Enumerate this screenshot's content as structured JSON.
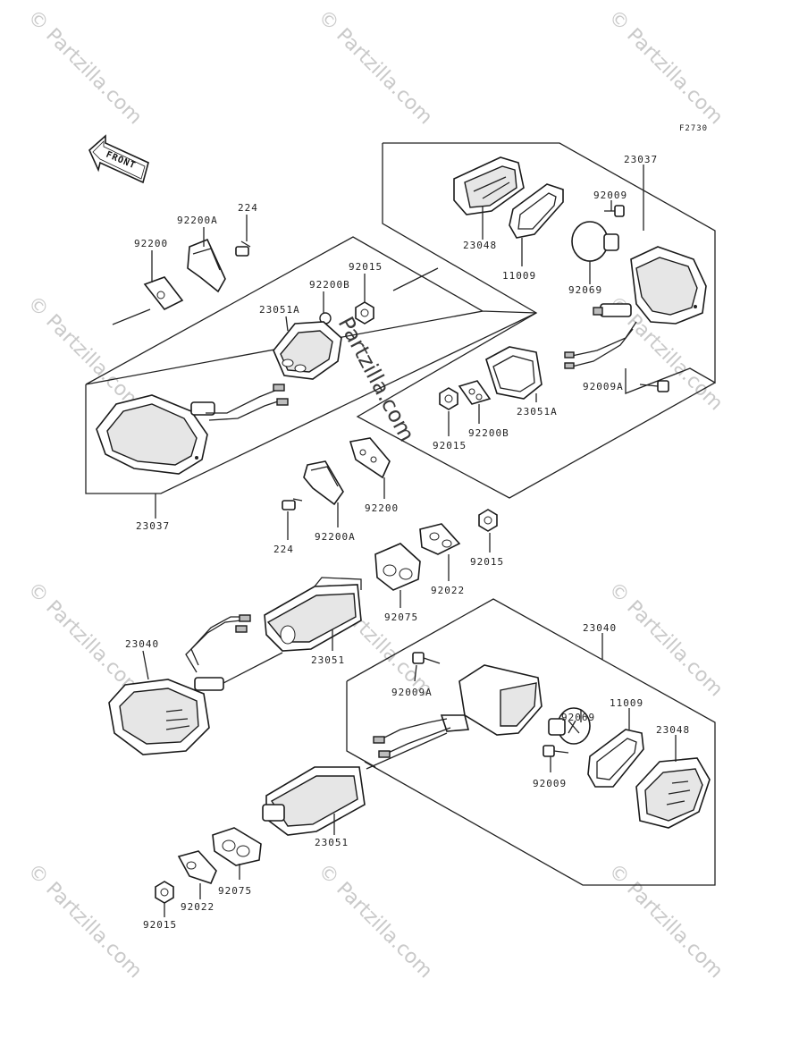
{
  "figure_code": "F2730",
  "front_arrow_label": "FRONT",
  "watermarks": [
    "© Partzilla.com",
    "© Partzilla.com",
    "© Partzilla.com",
    "© Partzilla.com",
    "© Partzilla.com",
    "© Partzilla.com",
    "© Partzilla.com",
    "© Partzilla.com",
    "© Partzilla.com",
    "© Partzilla.com"
  ],
  "center_watermark": "Partzilla.com",
  "labels": {
    "l23037_top": "23037",
    "l92009_top": "92009",
    "l23048_top": "23048",
    "l11009_top": "11009",
    "l92069_top": "92069",
    "l92200A_top": "92200A",
    "l224_top": "224",
    "l92200_top": "92200",
    "l92015_top": "92015",
    "l92200B_top": "92200B",
    "l23051A_top": "23051A",
    "l92009A_right": "92009A",
    "l23051A_right": "23051A",
    "l92015_mid": "92015",
    "l92200B_mid": "92200B",
    "l23037_left": "23037",
    "l92200_mid": "92200",
    "l224_mid": "224",
    "l92200A_mid": "92200A",
    "l92015_right": "92015",
    "l92022_mid": "92022",
    "l92075_mid": "92075",
    "l23040_left": "23040",
    "l23051_mid": "23051",
    "l23040_right": "23040",
    "l92009A_low": "92009A",
    "l92069_low": "92069",
    "l11009_low": "11009",
    "l23048_low": "23048",
    "l92009_low": "92009",
    "l23051_low": "23051",
    "l92075_low": "92075",
    "l92022_low": "92022",
    "l92015_low": "92015"
  }
}
